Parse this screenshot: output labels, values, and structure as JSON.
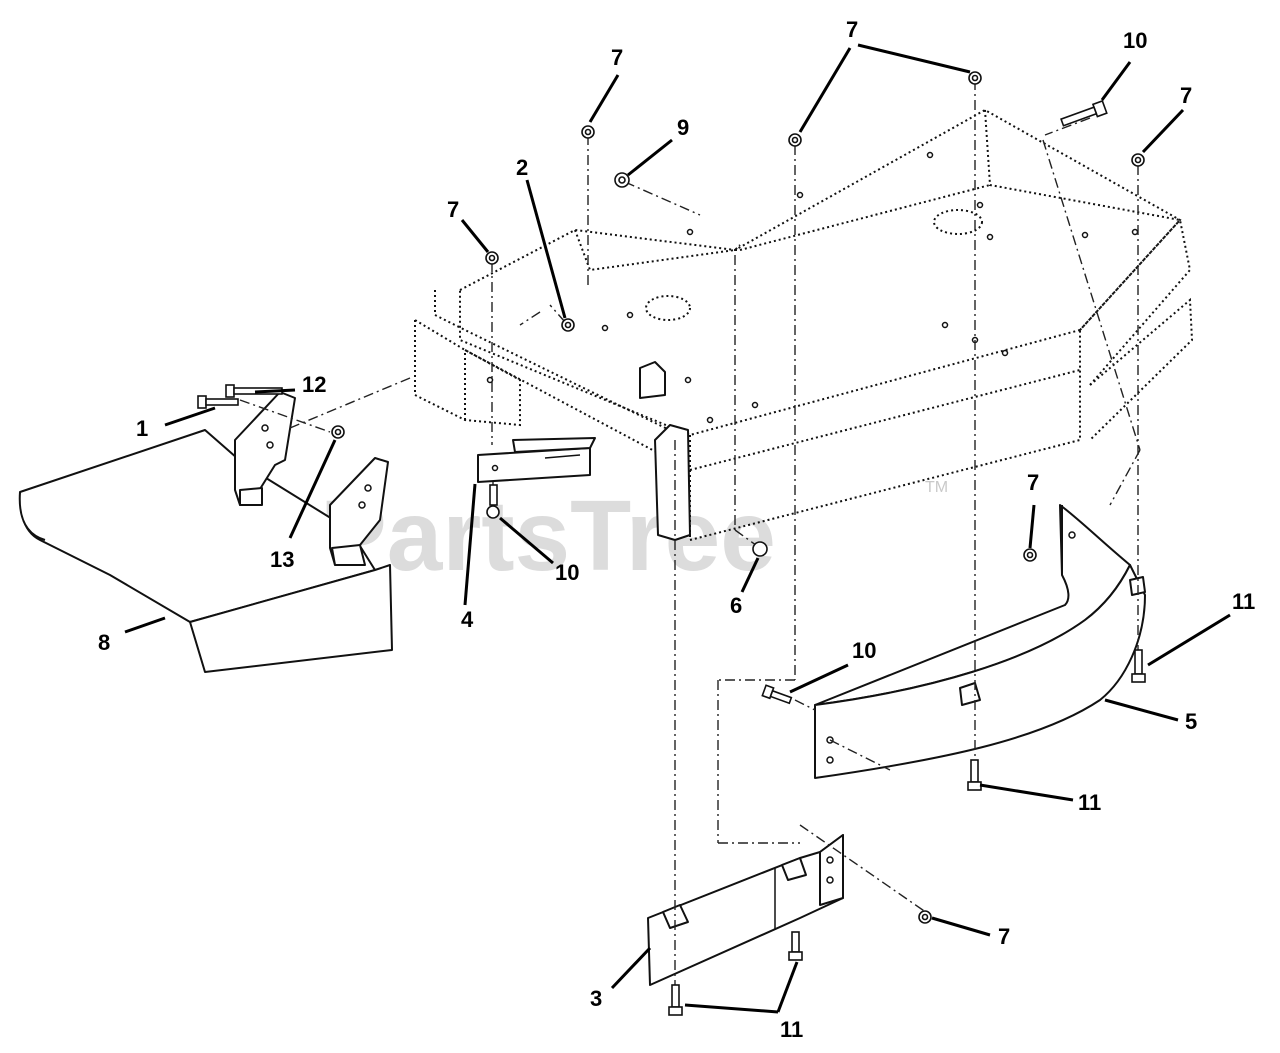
{
  "watermark": {
    "text": "PartsTree",
    "tm": "TM"
  },
  "callouts": {
    "c1": "1",
    "c2": "2",
    "c3": "3",
    "c4": "4",
    "c5": "5",
    "c6": "6",
    "c7a": "7",
    "c7b": "7",
    "c7c": "7",
    "c7d": "7",
    "c7e": "7",
    "c7f": "7",
    "c8": "8",
    "c9": "9",
    "c10a": "10",
    "c10b": "10",
    "c10c": "10",
    "c11a": "11",
    "c11b": "11",
    "c11c": "11",
    "c12": "12",
    "c13": "13"
  }
}
